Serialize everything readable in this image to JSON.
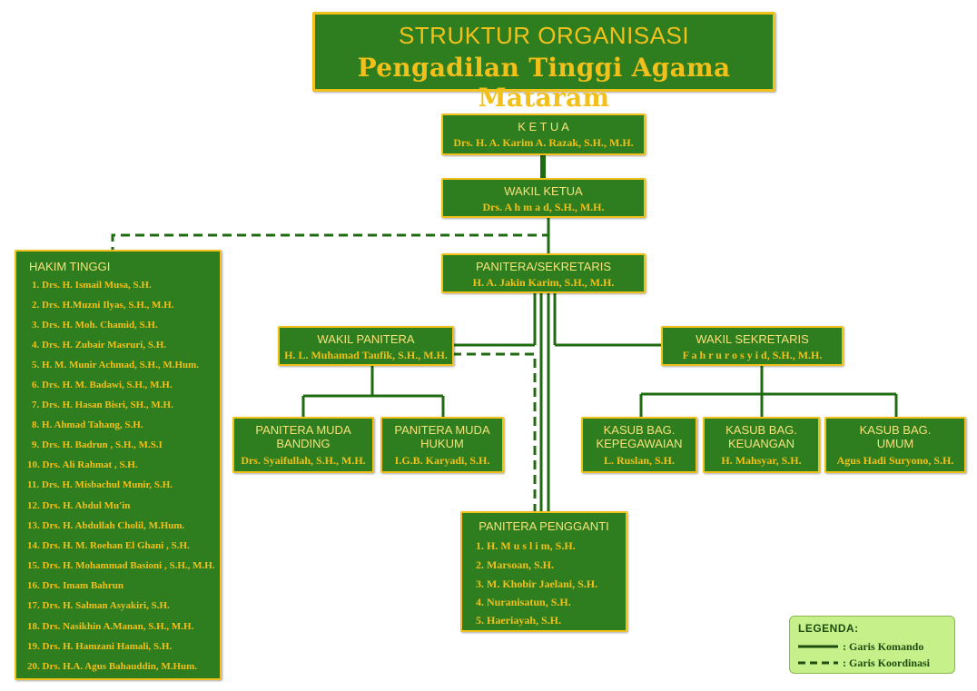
{
  "title": {
    "line1": "STRUKTUR ORGANISASI",
    "line2": "Pengadilan Tinggi Agama Mataram"
  },
  "colors": {
    "box_fill": "#2e7d1f",
    "box_border": "#f2c01a",
    "line": "#1f6b10",
    "legend_bg": "#c6f08a"
  },
  "ketua": {
    "role": "K E T U A",
    "name": "Drs. H. A. Karim A. Razak, S.H., M.H."
  },
  "wakil_ketua": {
    "role": "WAKIL KETUA",
    "name": "Drs.   A h m a d,  S.H., M.H."
  },
  "panitera_sekretaris": {
    "role": "PANITERA/SEKRETARIS",
    "name": "H. A. Jakin Karim,  S.H., M.H."
  },
  "wakil_panitera": {
    "role": "WAKIL PANITERA",
    "name": "H. L. Muhamad Taufik, S.H., M.H."
  },
  "wakil_sekretaris": {
    "role": "WAKIL SEKRETARIS",
    "name": "F a h r u r o s y i d,   S.H., M.H."
  },
  "panmud_banding": {
    "role_line1": "PANITERA MUDA",
    "role_line2": "BANDING",
    "name": "Drs. Syaifullah, S.H., M.H."
  },
  "panmud_hukum": {
    "role_line1": "PANITERA MUDA",
    "role_line2": "HUKUM",
    "name": "I.G.B. Karyadi, S.H."
  },
  "kasub_kepegawaian": {
    "role_line1": "KASUB BAG.",
    "role_line2": "KEPEGAWAIAN",
    "name": "L. Ruslan, S.H."
  },
  "kasub_keuangan": {
    "role_line1": "KASUB BAG.",
    "role_line2": "KEUANGAN",
    "name": "H. Mahsyar, S.H."
  },
  "kasub_umum": {
    "role_line1": "KASUB BAG.",
    "role_line2": "UMUM",
    "name": "Agus Hadi Suryono, S.H."
  },
  "panitera_pengganti": {
    "role": "PANITERA PENGGANTI",
    "members": [
      "1.  H. M u s l i m,  S.H.",
      "2.  Marsoan,  S.H.",
      "3.  M. Khobir Jaelani,  S.H.",
      "4.  Nuranisatun,  S.H.",
      "5.  Haeriayah,  S.H."
    ]
  },
  "hakim_tinggi": {
    "role": "HAKIM TINGGI",
    "members": [
      "1. Drs. H. Ismail Musa, S.H.",
      "2. Drs. H.Muzni Ilyas, S.H., M.H.",
      "3. Drs. H. Moh. Chamid, S.H.",
      "4. Drs. H. Zubair Masruri, S.H.",
      "5. H. M. Munir Achmad, S.H., M.Hum.",
      "6. Drs. H. M. Badawi, S.H., M.H.",
      "7. Drs. H. Hasan Bisri, SH., M.H.",
      "8. H. Ahmad Tahang, S.H.",
      "9. Drs. H. Badrun , S.H., M.S.I",
      "10. Drs. Ali Rahmat , S.H.",
      "11. Drs. H. Misbachul Munir, S.H.",
      "12. Drs. H. Abdul Mu'in",
      "13. Drs. H. Abdullah Cholil, M.Hum.",
      "14. Drs. H. M. Roehan El Ghani , S.H.",
      "15. Drs. H. Mohammad Basioni , S.H., M.H.",
      "16. Drs. Imam Bahrun",
      "17. Drs. H. Salman Asyakiri, S.H.",
      "18. Drs. Nasikhin A.Manan, S.H., M.H.",
      "19. Drs. H. Hamzani Hamali, S.H.",
      "20. Drs. H.A. Agus Bahauddin, M.Hum."
    ]
  },
  "legend": {
    "title": "LEGENDA:",
    "komando": ":   Garis Komando",
    "koordinasi": ":   Garis Koordinasi"
  }
}
